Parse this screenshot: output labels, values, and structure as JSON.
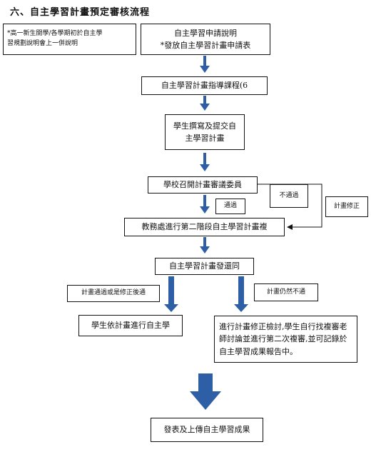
{
  "title": "六、自主學習計畫預定審核流程",
  "boxes": {
    "side_note": [
      "*高一新生開學/各學期初於自主學",
      "習規劃說明會上一併說明"
    ],
    "apply": [
      "自主學習申請說明",
      "*發放自主學習計畫申請表"
    ],
    "course": "自主學習計畫指導課程(6",
    "submit": [
      "學生撰寫及提交自",
      "主學習計畫"
    ],
    "committee": "學校召開計畫審議委員",
    "not_pass": "不通過",
    "revise": "計畫修正",
    "pass": "通過",
    "second_review": "教務處進行第二階段自主學習計畫複",
    "result": "自主學習計畫發還同",
    "approved_label": "計畫通過或是修正後通",
    "still_fail_label": "計畫仍然不通",
    "student_exec": "學生依計畫進行自主學",
    "rework": "進行計畫修正檢討,學生自行找複審老師討論並進行第二次複審,並可記錄於自主學習成果報告中。",
    "publish": "發表及上傳自主學習成果"
  },
  "colors": {
    "arrow": "#2e5fa6",
    "border": "#111111"
  }
}
